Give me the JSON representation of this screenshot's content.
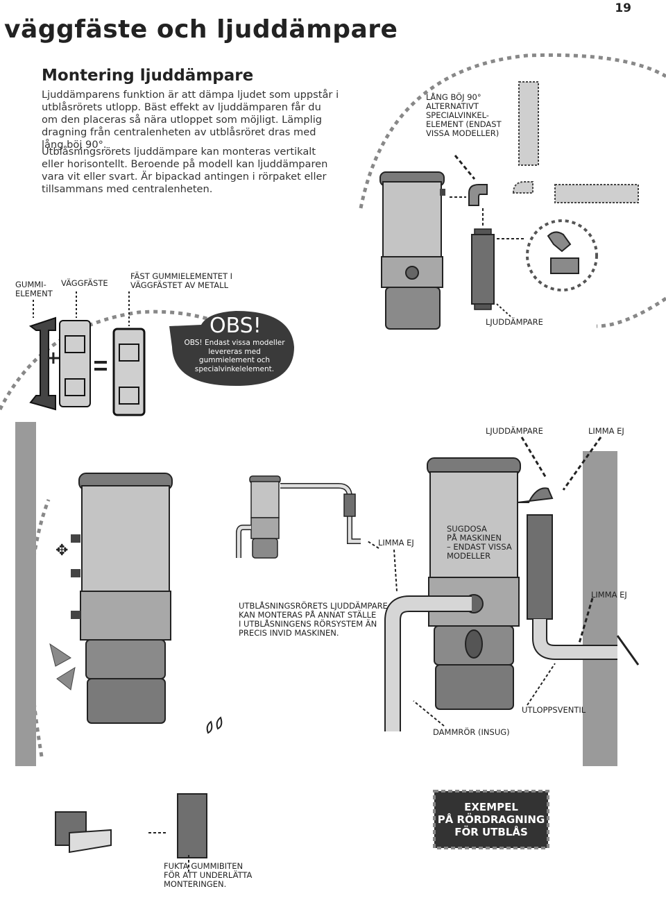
{
  "page": {
    "number": "19",
    "title": "väggfäste och ljuddämpare",
    "section_title": "Montering ljuddämpare",
    "paragraph_1": "Ljuddämparens funktion är att dämpa ljudet som uppstår i utblåsrörets utlopp. Bäst effekt av ljuddämparen får du om den placeras så nära utloppet som möjligt. Lämplig dragning från centralenheten av utblåsröret dras med lång böj 90°.",
    "paragraph_2": "Utblåsningsrörets ljuddämpare kan monteras vertikalt eller horisontellt. Beroende på modell kan ljuddämparen vara vit eller svart. Är bipackad antingen i rörpaket eller tillsammans med centralenheten."
  },
  "labels": {
    "lang_boj": "LÅNG BÖJ 90°\nALTERNATIVT\nSPECIALVINKEL-\nELEMENT (ENDAST\nVISSA MODELLER)",
    "gummielement": "GUMMI-\nELEMENT",
    "vaggfaste": "VÄGGFÄSTE",
    "fast_gummi": "FÄST GUMMIELEMENTET I\nVÄGGFÄSTET AV METALL",
    "ljuddampare_top": "LJUDDÄMPARE",
    "ljuddampare_mid": "LJUDDÄMPARE",
    "limma_ej_1": "LIMMA EJ",
    "limma_ej_2": "LIMMA EJ",
    "limma_ej_3": "LIMMA EJ",
    "sugdosa": "SUGDOSA\nPÅ MASKINEN\n– ENDAST VISSA\nMODELLER",
    "utblasningsrorets": "UTBLÅSNINGSRÖRETS LJUDDÄMPARE\nKAN MONTERAS PÅ ANNAT STÄLLE\nI UTBLÅSNINGENS RÖRSYSTEM ÄN\nPRECIS INVID MASKINEN.",
    "utloppsventil": "UTLOPPSVENTIL",
    "dammror": "DAMMRÖR (INSUG)",
    "fukta": "FUKTA GUMMIBITEN\nFÖR ATT UNDERLÄTTA\nMONTERINGEN."
  },
  "obs": {
    "heading": "OBS!",
    "text": "OBS! Endast vissa modeller levereras med gummielement och specialvinkelelement."
  },
  "exempel": {
    "text": "EXEMPEL\nPÅ RÖRDRAGNING\nFÖR UTBLÅS"
  },
  "colors": {
    "unit_body": "#b5b5b5",
    "unit_dark": "#6e6e6e",
    "wall": "#9a9a9a",
    "obs_bubble": "#3a3a3a",
    "exempel_box": "#333333"
  }
}
